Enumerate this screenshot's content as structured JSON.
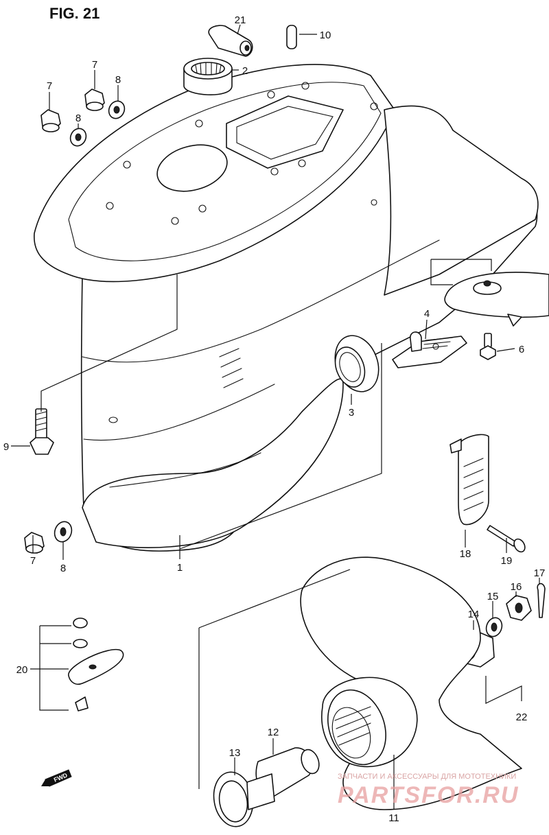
{
  "figure": {
    "title": "FIG. 21"
  },
  "direction_badge": {
    "label": "FWD"
  },
  "watermark": {
    "line1": "ЗАПЧАСТИ И АКСЕССУАРЫ ДЛЯ МОТОТЕХНИКИ",
    "line2": "PARTSFOR.RU"
  },
  "callouts": [
    "21",
    "10",
    "2",
    "7",
    "8",
    "7",
    "8",
    "4",
    "6",
    "3",
    "9",
    "18",
    "19",
    "17",
    "16",
    "15",
    "14",
    "22",
    "20",
    "12",
    "13",
    "11",
    "1",
    "7",
    "8"
  ],
  "colors": {
    "line": "#111111",
    "background": "#ffffff",
    "watermark": "#e8a0a0"
  }
}
